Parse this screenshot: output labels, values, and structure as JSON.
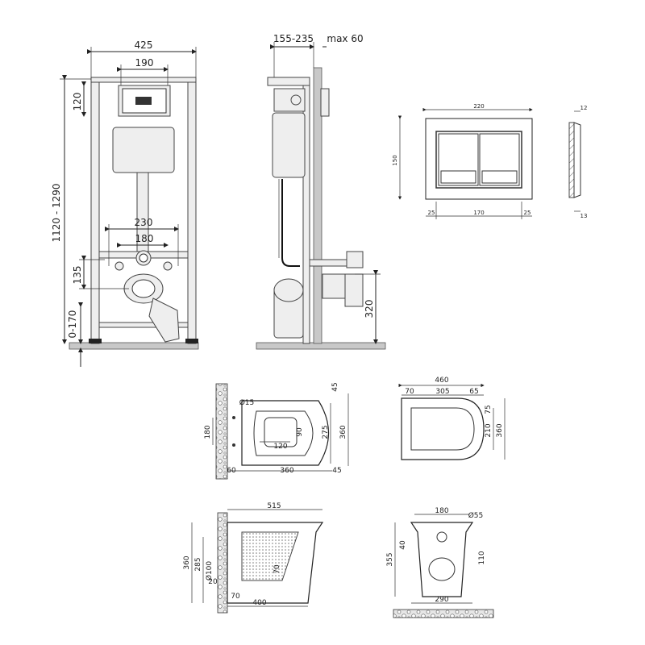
{
  "frame_front": {
    "width": "425",
    "plate_width": "190",
    "plate_height": "120",
    "height_range": "1120 - 1290",
    "bolt_spacing_outer": "230",
    "bolt_spacing_inner": "180",
    "drain_height": "135",
    "foot_range": "0-170"
  },
  "frame_side": {
    "depth": "155-235",
    "wall_gap": "max 60",
    "outlet_height": "320"
  },
  "flush_plate": {
    "width": "220",
    "height": "150",
    "margin_left": "25",
    "button_span": "170",
    "margin_right": "25",
    "depth_top": "12",
    "depth_bottom": "13"
  },
  "bowl_top_left": {
    "hole_dia": "Ø15",
    "hole_spacing": "180",
    "outlet_width": "120",
    "outlet_depth": "90",
    "offset_top": "45",
    "inner_length": "275",
    "total_height": "360",
    "wall_offset": "60",
    "bowl_length": "360",
    "rear_overhang": "45"
  },
  "bowl_top_right": {
    "total_width": "460",
    "seg_left": "70",
    "seg_mid": "305",
    "seg_right": "65",
    "top_gap": "75",
    "inner_width": "210",
    "total_height": "360"
  },
  "bowl_side": {
    "length": "515",
    "height": "360",
    "outlet_height": "285",
    "pipe_dia": "Ø100",
    "inner_offset": "70",
    "base_gap": "20",
    "base_offset": "70",
    "base_length": "400"
  },
  "bowl_front": {
    "top_width": "180",
    "hole_dia": "Ø55",
    "top_depth": "40",
    "total_height": "355",
    "outlet_height": "110",
    "base_width": "290"
  }
}
